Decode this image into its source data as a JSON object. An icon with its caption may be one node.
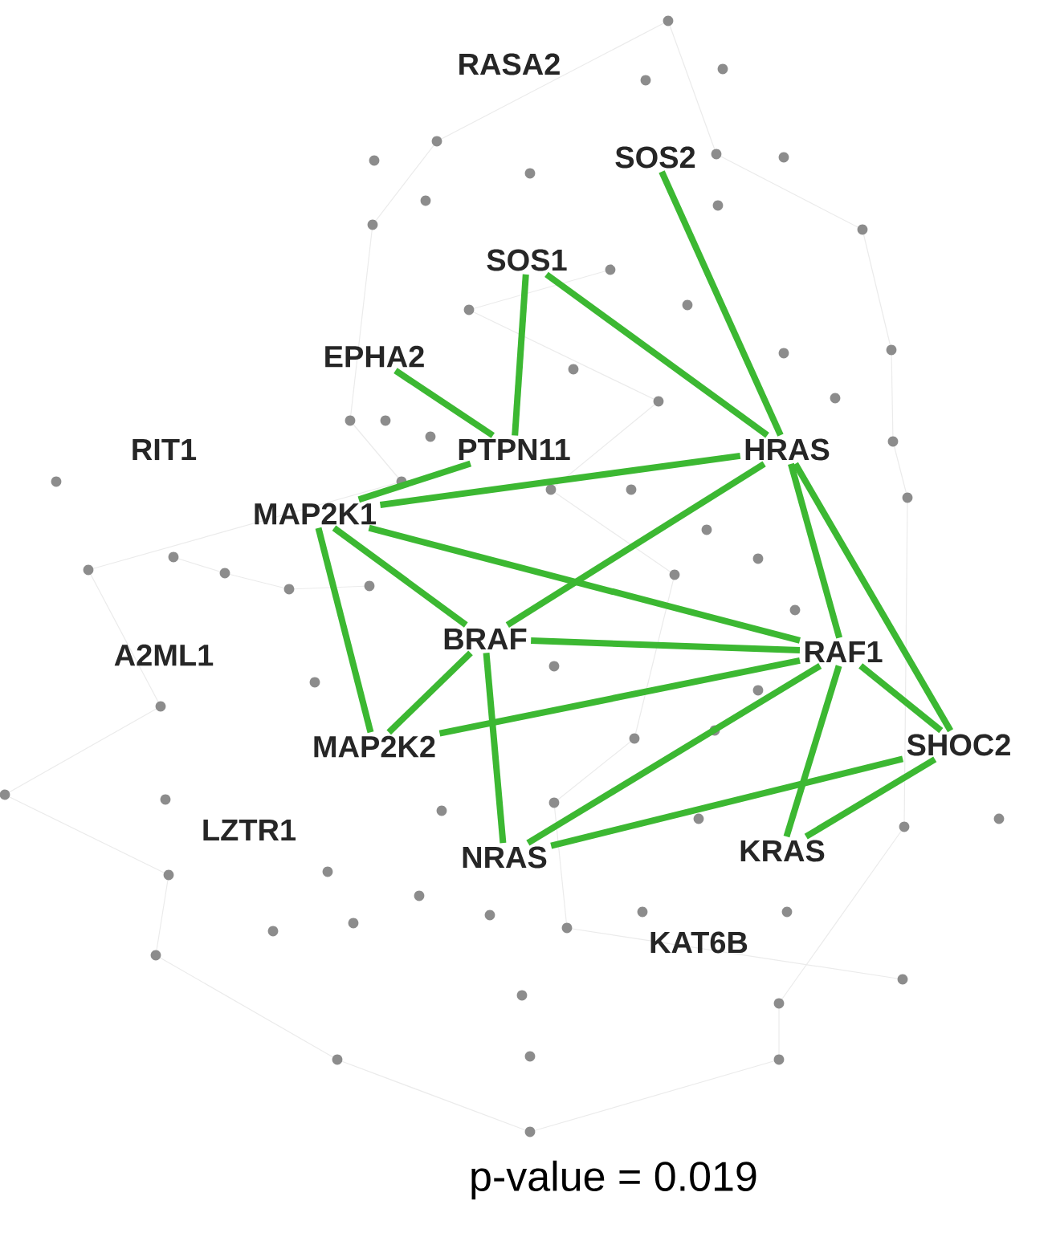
{
  "diagram": {
    "caption": "p-value = 0.019",
    "nodes": [
      {
        "text": [
          "RASA2"
        ]
      },
      {
        "text": [
          "SOS2"
        ]
      },
      {
        "text": [
          "SOS1"
        ]
      },
      {
        "text": [
          "EPHA2"
        ]
      },
      {
        "text": [
          "RIT1"
        ]
      },
      {
        "text": [
          "PTPN11"
        ]
      },
      {
        "text": [
          "HRAS"
        ]
      },
      {
        "text": [
          "MAP2K1"
        ]
      },
      {
        "text": [
          "A2ML1"
        ]
      },
      {
        "text": [
          "BRAF"
        ]
      },
      {
        "text": [
          "RAF1"
        ]
      },
      {
        "text": [
          "MAP2K2"
        ]
      },
      {
        "text": [
          "SHOC2"
        ]
      },
      {
        "text": [
          "LZTR1"
        ]
      },
      {
        "text": [
          "NRAS"
        ]
      },
      {
        "text": [
          "KRAS"
        ]
      },
      {
        "text": [
          "KAT6B"
        ]
      }
    ],
    "edges": [
      {
        "from": 1,
        "to": 6,
        "arrow": "none"
      },
      {
        "from": 2,
        "to": 5,
        "arrow": "none"
      },
      {
        "from": 2,
        "to": 6,
        "arrow": "none"
      },
      {
        "from": 3,
        "to": 5,
        "arrow": "none"
      },
      {
        "from": 5,
        "to": 7,
        "arrow": "none"
      },
      {
        "from": 7,
        "to": 6,
        "arrow": "none"
      },
      {
        "from": 6,
        "to": 9,
        "arrow": "none"
      },
      {
        "from": 6,
        "to": 10,
        "arrow": "none"
      },
      {
        "from": 6,
        "to": 12,
        "arrow": "none"
      },
      {
        "from": 7,
        "to": 9,
        "arrow": "none"
      },
      {
        "from": 7,
        "to": 10,
        "arrow": "none"
      },
      {
        "from": 7,
        "to": 11,
        "arrow": "none"
      },
      {
        "from": 9,
        "to": 10,
        "arrow": "none"
      },
      {
        "from": 9,
        "to": 11,
        "arrow": "none"
      },
      {
        "from": 9,
        "to": 14,
        "arrow": "none"
      },
      {
        "from": 10,
        "to": 11,
        "arrow": "none"
      },
      {
        "from": 10,
        "to": 14,
        "arrow": "none"
      },
      {
        "from": 10,
        "to": 15,
        "arrow": "none"
      },
      {
        "from": 10,
        "to": 12,
        "arrow": "none"
      },
      {
        "from": 12,
        "to": 14,
        "arrow": "none"
      },
      {
        "from": 12,
        "to": 15,
        "arrow": "none"
      }
    ]
  }
}
